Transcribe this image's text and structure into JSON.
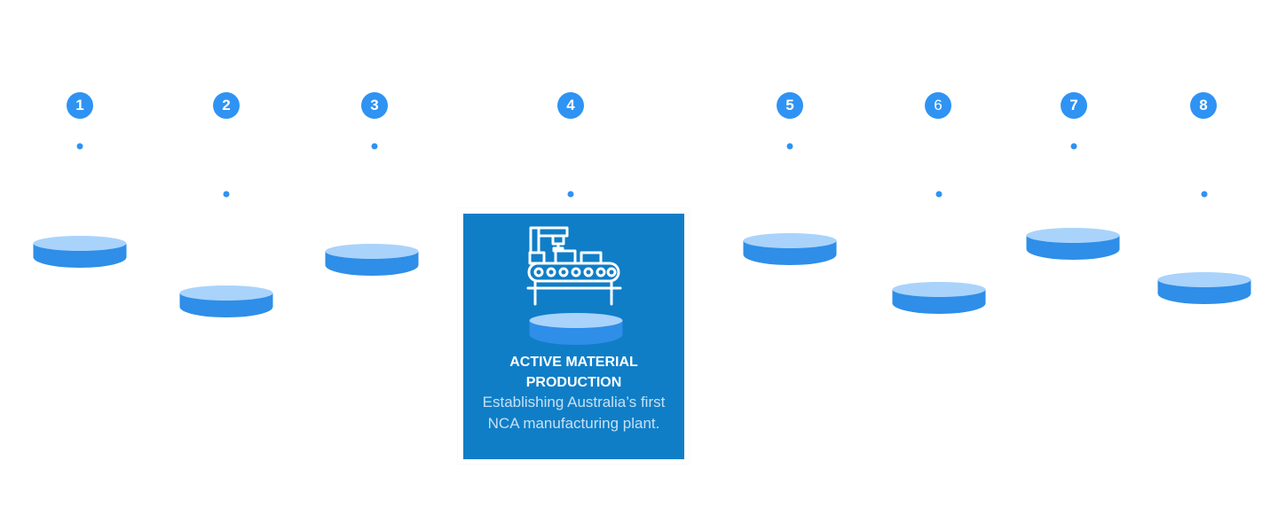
{
  "steps": [
    {
      "number": "1"
    },
    {
      "number": "2"
    },
    {
      "number": "3"
    },
    {
      "number": "4"
    },
    {
      "number": "5"
    },
    {
      "number": "6"
    },
    {
      "number": "7"
    },
    {
      "number": "8"
    }
  ],
  "active_step": {
    "title": "ACTIVE MATERIAL PRODUCTION",
    "description": "Establishing Australia’s first NCA manufacturing plant.",
    "icon": "conveyor-robot-arm-icon"
  },
  "colors": {
    "accent": "#2f93f3",
    "disc_top": "#a9d3fb",
    "disc_side": "#2e8ee8",
    "card_background": "#0f7ec7",
    "card_description": "#c7e0f4"
  }
}
